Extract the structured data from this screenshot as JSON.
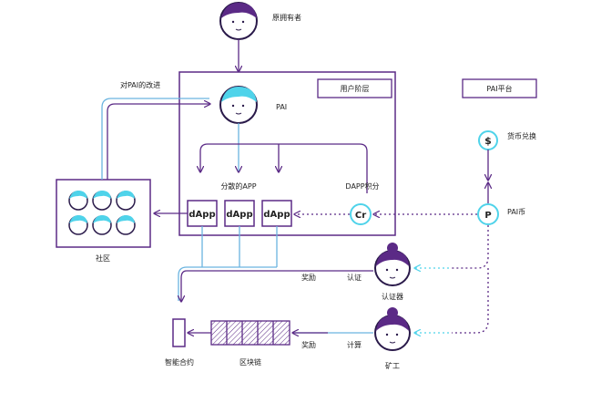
{
  "labels": {
    "original_owner": "原拥有者",
    "improve_pai": "对PAI的改进",
    "user_layer": "用户阶层",
    "pai_platform": "PAI平台",
    "pai": "PAI",
    "currency_exchange": "货币兑换",
    "decentralized_app": "分散的APP",
    "dapp_points": "DAPP积分",
    "pai_coin": "PAI币",
    "community": "社区",
    "reward_validator": "奖励",
    "validate": "认证",
    "validator": "认证器",
    "reward_miner": "奖励",
    "compute": "计算",
    "miner": "矿工",
    "smart_contract": "智能合约",
    "blockchain": "区块链"
  },
  "dapps": [
    "dApp",
    "dApp",
    "dApp"
  ],
  "tokens": {
    "credit": "Cr",
    "pai_token": "P",
    "dollar": "$"
  },
  "colors": {
    "purple": "#5b2a86",
    "cyan": "#4fd3ea",
    "light_blue": "#6ab4e0"
  }
}
